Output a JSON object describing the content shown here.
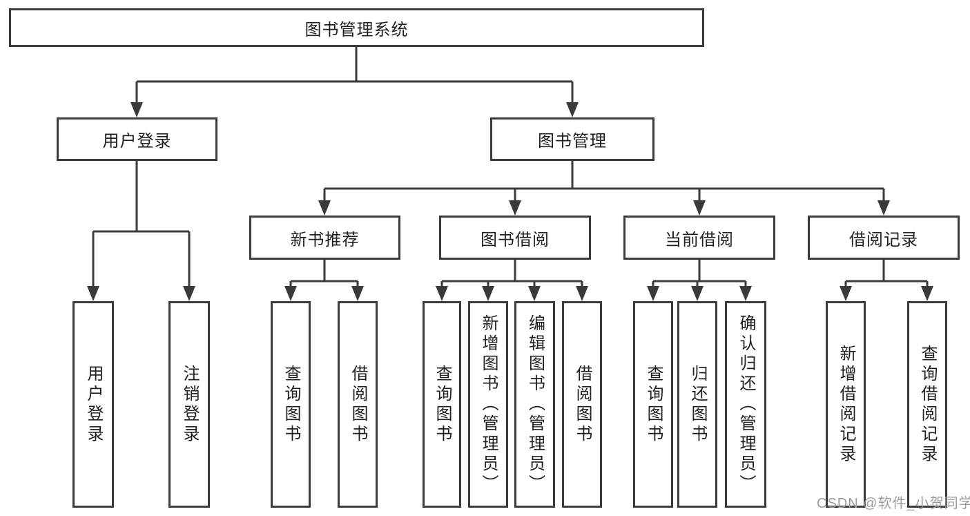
{
  "tree": {
    "root": {
      "label": "图书管理系统"
    },
    "branches": [
      {
        "label": "用户登录",
        "children": [
          {
            "label": "用户登录"
          },
          {
            "label": "注销登录"
          }
        ]
      },
      {
        "label": "图书管理",
        "sections": [
          {
            "label": "新书推荐",
            "children": [
              {
                "label": "查询图书"
              },
              {
                "label": "借阅图书"
              }
            ]
          },
          {
            "label": "图书借阅",
            "children": [
              {
                "label": "查询图书"
              },
              {
                "label": "新增图书（管理员）"
              },
              {
                "label": "编辑图书（管理员）"
              },
              {
                "label": "借阅图书"
              }
            ]
          },
          {
            "label": "当前借阅",
            "children": [
              {
                "label": "查询图书"
              },
              {
                "label": "归还图书"
              },
              {
                "label": "确认归还（管理员）"
              }
            ]
          },
          {
            "label": "借阅记录",
            "children": [
              {
                "label": "新增借阅记录"
              },
              {
                "label": "查询借阅记录"
              }
            ]
          }
        ]
      }
    ]
  },
  "watermark": {
    "text": "CSDN @软件_小贺同学"
  },
  "colors": {
    "line": "#3a3a3a",
    "text": "#222222",
    "watermark": "#9b9b9b",
    "background": "#ffffff"
  }
}
